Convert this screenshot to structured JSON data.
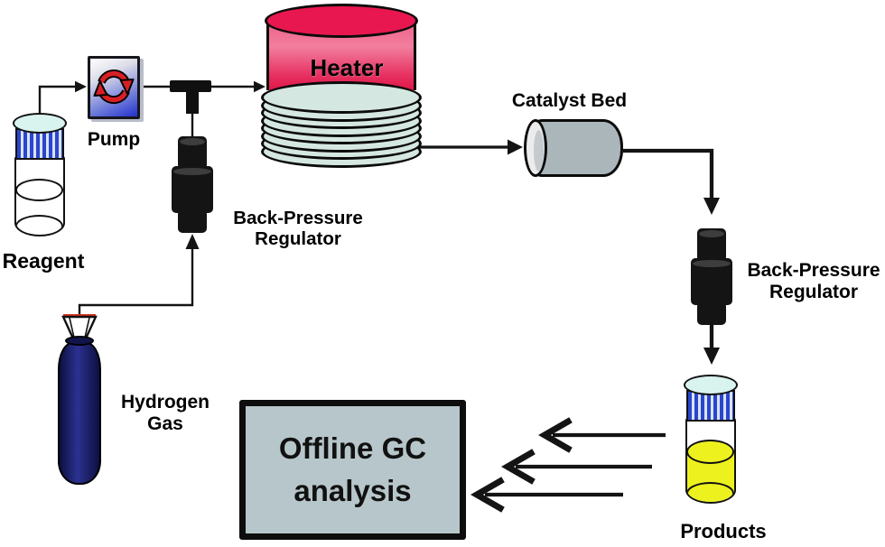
{
  "diagram": {
    "type": "process-flow",
    "nodes": {
      "reagent": {
        "label": "Reagent"
      },
      "pump": {
        "label": "Pump"
      },
      "bpr_inlet": {
        "label_line1": "Back-Pressure",
        "label_line2": "Regulator"
      },
      "hydrogen": {
        "label_line1": "Hydrogen",
        "label_line2": "Gas"
      },
      "heater": {
        "label": "Heater"
      },
      "catalyst_bed": {
        "label": "Catalyst Bed"
      },
      "bpr_outlet": {
        "label_line1": "Back-Pressure",
        "label_line2": "Regulator"
      },
      "products": {
        "label": "Products"
      },
      "gc": {
        "label_line1": "Offline GC",
        "label_line2": "analysis"
      }
    },
    "colors": {
      "heater_red": "#e9174f",
      "coil": "#d5e7e1",
      "catalyst_gray": "#aab6ba",
      "gc_fill": "#b7c6ca",
      "pump_blue": "#2130cc",
      "recycle_red": "#d81f26",
      "cap_blue": "#2a46cc",
      "cap_top": "#d9f3ef",
      "liquid_yellow": "#edf21e",
      "cylinder_navy": "#14195e",
      "line": "#141414"
    }
  }
}
